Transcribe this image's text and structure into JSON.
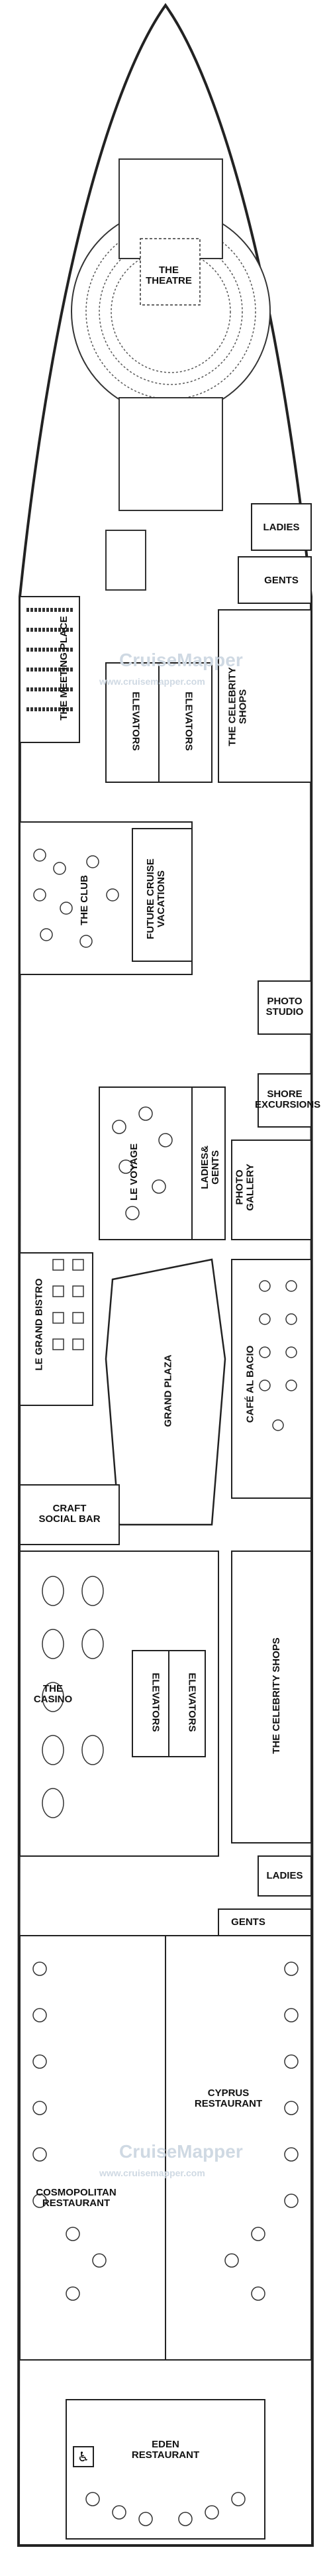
{
  "labels": {
    "theatre": "THE\nTHEATRE",
    "ladies_1": "LADIES",
    "gents_1": "GENTS",
    "meeting_place": "THE MEETING PLACE",
    "elevators_fwd_1": "ELEVATORS",
    "elevators_fwd_2": "ELEVATORS",
    "celebrity_shops_fwd": "THE CELEBRITY\nSHOPS",
    "the_club": "THE CLUB",
    "future_cruise": "FUTURE CRUISE\nVACATIONS",
    "photo_studio": "PHOTO\nSTUDIO",
    "shore_excursions": "SHORE\nEXCURSIONS",
    "le_voyage": "LE VOYAGE",
    "ladies_gents": "LADIES&\nGENTS",
    "photo_gallery": "PHOTO\nGALLERY",
    "le_grand_bistro": "LE GRAND BISTRO",
    "grand_plaza": "GRAND PLAZA",
    "cafe_al_bacio": "CAFÉ AL BACIO",
    "craft_social_bar": "CRAFT\nSOCIAL BAR",
    "the_casino": "THE\nCASINO",
    "elevators_mid_1": "ELEVATORS",
    "elevators_mid_2": "ELEVATORS",
    "celebrity_shops_mid": "THE CELEBRITY SHOPS",
    "ladies_2": "LADIES",
    "gents_2": "GENTS",
    "cyprus_restaurant": "CYPRUS\nRESTAURANT",
    "cosmopolitan_restaurant": "COSMOPOLITAN\nRESTAURANT",
    "eden_restaurant": "EDEN\nRESTAURANT"
  },
  "watermark": {
    "brand": "CruiseMapper",
    "url": "www.cruisemapper.com"
  },
  "icons": {
    "accessible": "wheelchair-icon"
  },
  "colors": {
    "line": "#222222",
    "fill": "#ffffff",
    "watermark": "#cfd9e3"
  }
}
